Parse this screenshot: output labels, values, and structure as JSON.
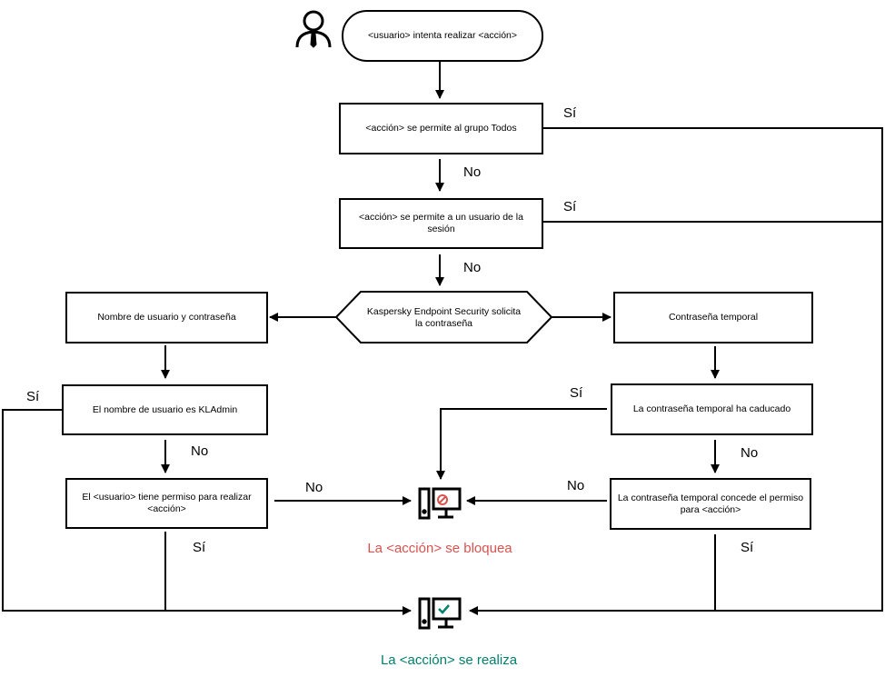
{
  "start": "<usuario> intenta realizar <acción>",
  "q1": "<acción> se permite al grupo Todos",
  "q2": "<acción> se permite a un usuario de la sesión",
  "hex": "Kaspersky Endpoint Security solicita la contraseña",
  "left1": "Nombre de usuario y contraseña",
  "left2": "El nombre de usuario es KLAdmin",
  "left3": "El <usuario> tiene permiso para realizar <acción>",
  "right1": "Contraseña temporal",
  "right2": "La contraseña temporal ha caducado",
  "right3": "La contraseña temporal concede el permiso para <acción>",
  "labels": {
    "yes": "Sí",
    "no": "No"
  },
  "results": {
    "blocked": "La <acción> se bloquea",
    "allowed": "La <acción> se realiza"
  },
  "colors": {
    "blocked": "#d9534f",
    "allowed": "#00806e"
  },
  "icons": {
    "user": "user-icon",
    "blocked": "computer-blocked-icon",
    "allowed": "computer-check-icon"
  }
}
